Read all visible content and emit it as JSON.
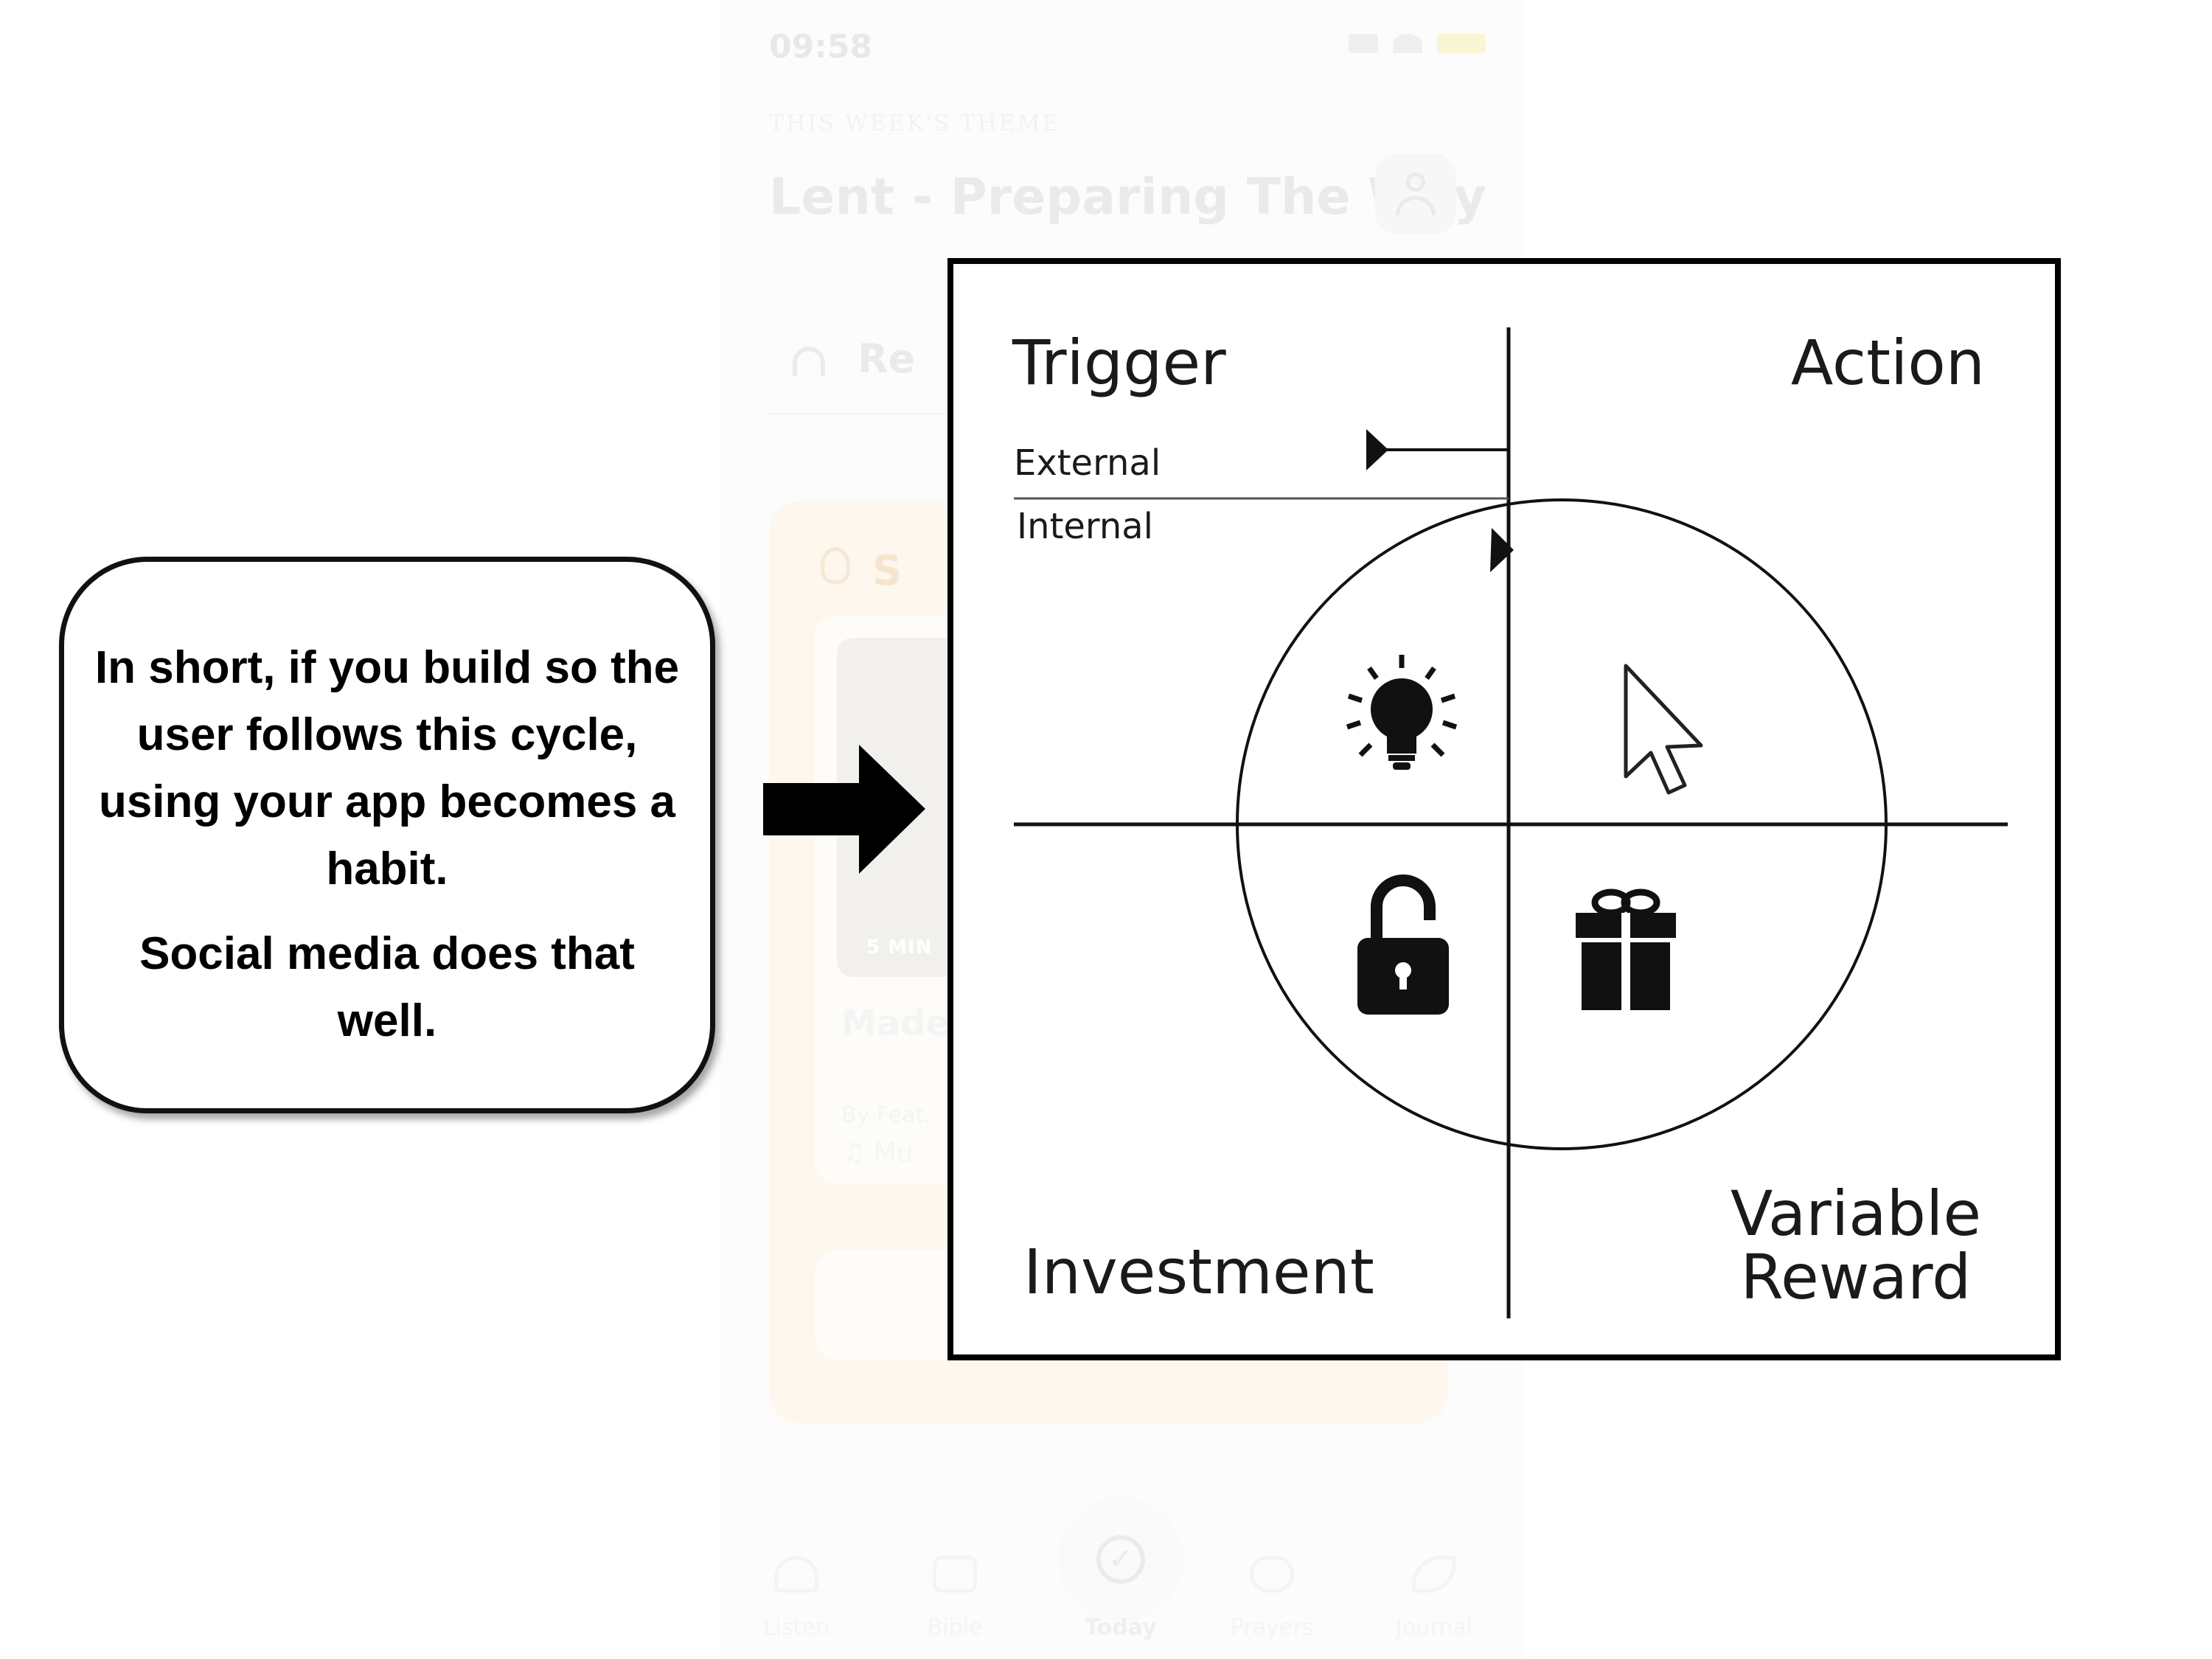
{
  "phone": {
    "status_time": "09:58",
    "kicker": "THIS WEEK'S THEME",
    "theme_title": "Lent - Preparing The Way",
    "listen_label": "Re",
    "card_title": "S",
    "thumb_label": "5 MIN",
    "item_title": "Made",
    "item_by": "By Feat.",
    "item_music": "♫ Mu",
    "tabs": [
      "Listen",
      "Bible",
      "Today",
      "Prayers",
      "Journal"
    ]
  },
  "callout": {
    "paragraph1": "In short, if you build so the user follows this cycle, using your app becomes a habit.",
    "paragraph2": "Social media does that well."
  },
  "diagram": {
    "trigger": "Trigger",
    "action": "Action",
    "external": "External",
    "internal": "Internal",
    "investment": "Investment",
    "variable_reward": "Variable\nReward",
    "icons": [
      "lightbulb-icon",
      "cursor-icon",
      "unlock-icon",
      "gift-icon"
    ]
  },
  "colors": {
    "ink": "#000000",
    "card_accent": "#fcf1e1"
  }
}
